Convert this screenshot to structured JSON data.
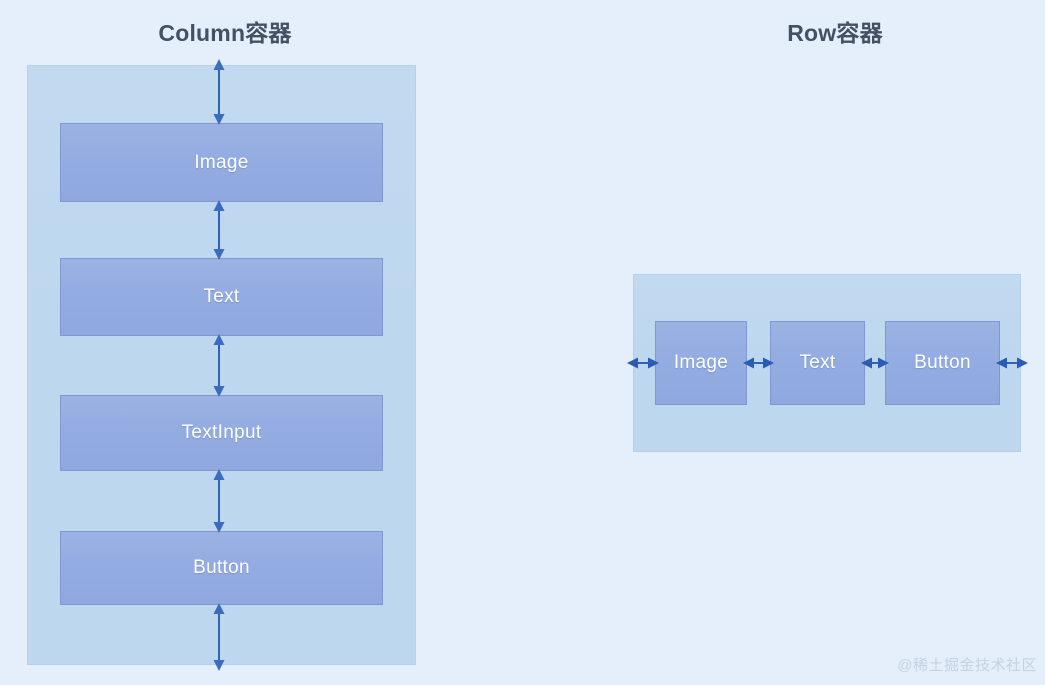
{
  "page": {
    "background_color": "#e5effb",
    "watermark": "@稀土掘金技术社区"
  },
  "palette": {
    "title_color": "#445063",
    "container_fill": "#bdd7ef",
    "widget_fill": "#93ace1",
    "widget_border": "#8296cf",
    "widget_text": "#ffffff",
    "arrow_color": "#2f62b8"
  },
  "panels": [
    {
      "id": "column",
      "title": "Column容器",
      "layout": "vertical",
      "container_name": "column-container",
      "children": [
        {
          "id": "col-child-image",
          "label": "Image"
        },
        {
          "id": "col-child-text",
          "label": "Text"
        },
        {
          "id": "col-child-input",
          "label": "TextInput"
        },
        {
          "id": "col-child-button",
          "label": "Button"
        }
      ],
      "spacing_arrows": [
        {
          "id": "v-arrow-0",
          "name": "spacing-arrow-top"
        },
        {
          "id": "v-arrow-1",
          "name": "spacing-arrow-image-text"
        },
        {
          "id": "v-arrow-2",
          "name": "spacing-arrow-text-textinput"
        },
        {
          "id": "v-arrow-3",
          "name": "spacing-arrow-textinput-button"
        },
        {
          "id": "v-arrow-4",
          "name": "spacing-arrow-bottom"
        }
      ]
    },
    {
      "id": "row",
      "title": "Row容器",
      "layout": "horizontal",
      "container_name": "row-container",
      "children": [
        {
          "id": "row-child-image",
          "label": "Image"
        },
        {
          "id": "row-child-text",
          "label": "Text"
        },
        {
          "id": "row-child-button",
          "label": "Button"
        }
      ],
      "spacing_arrows": [
        {
          "id": "h-arrow-0",
          "name": "spacing-arrow-left"
        },
        {
          "id": "h-arrow-1",
          "name": "spacing-arrow-image-text"
        },
        {
          "id": "h-arrow-2",
          "name": "spacing-arrow-text-button"
        },
        {
          "id": "h-arrow-3",
          "name": "spacing-arrow-right"
        }
      ]
    }
  ]
}
